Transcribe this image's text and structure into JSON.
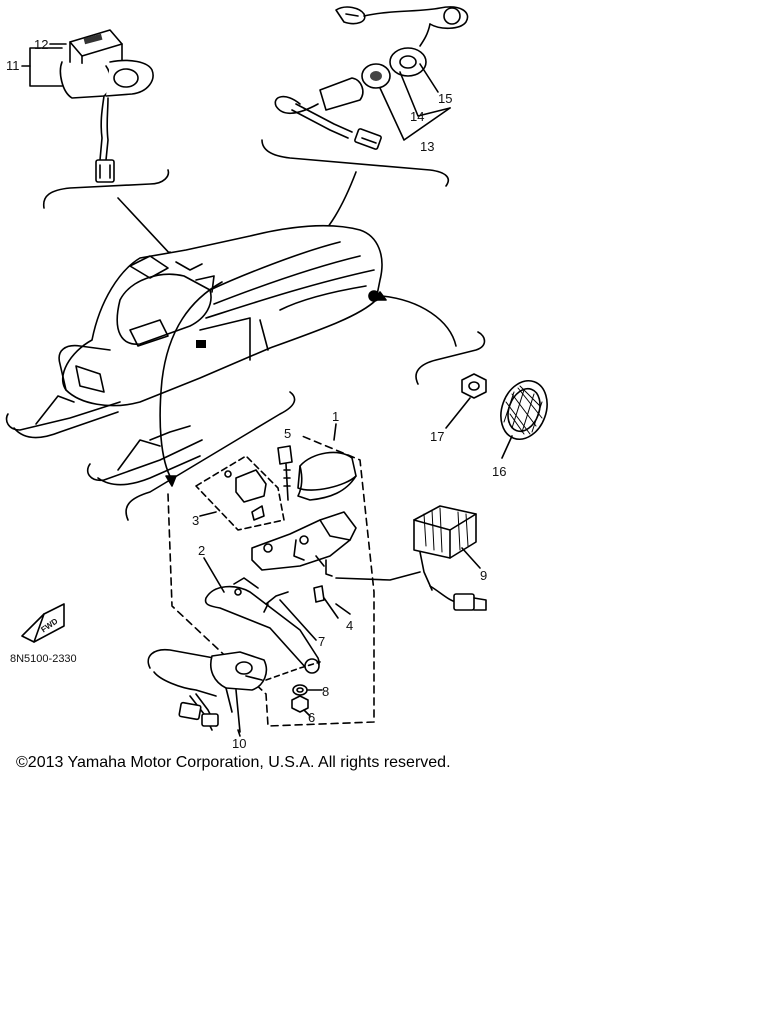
{
  "diagram": {
    "part_numbers": {
      "p1": "1",
      "p2": "2",
      "p3": "3",
      "p4": "4",
      "p5": "5",
      "p6": "6",
      "p7": "7",
      "p8": "8",
      "p9": "9",
      "p10": "10",
      "p11": "11",
      "p12": "12",
      "p13": "13",
      "p14": "14",
      "p15": "15",
      "p16": "16",
      "p17": "17"
    },
    "drawing_code": "8N5100-2330",
    "fwd_label": "FWD"
  },
  "copyright": "©2013 Yamaha Motor Corporation, U.S.A. All rights reserved."
}
